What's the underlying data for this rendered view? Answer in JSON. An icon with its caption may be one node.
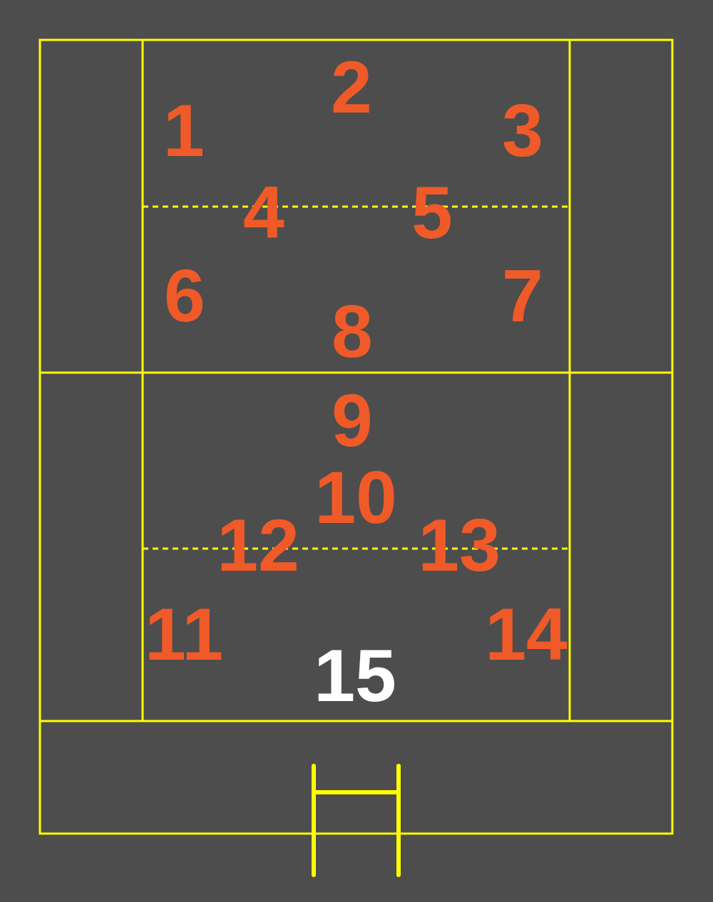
{
  "diagram": {
    "labels": [
      "2",
      "1",
      "3",
      "4",
      "5",
      "6",
      "7",
      "8",
      "9",
      "10",
      "12",
      "13",
      "11",
      "14",
      "15"
    ]
  }
}
